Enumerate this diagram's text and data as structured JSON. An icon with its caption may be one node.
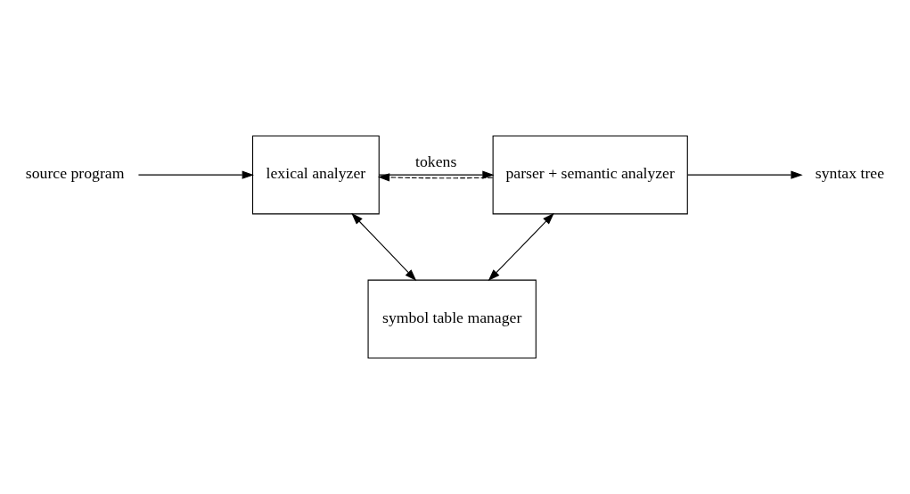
{
  "diagram": {
    "nodes": [
      {
        "text": [
          "source program"
        ]
      },
      {
        "text": [
          "lexical analyzer"
        ]
      },
      {
        "text": [
          "parser + semantic analyzer"
        ]
      },
      {
        "text": [
          "syntax tree"
        ]
      },
      {
        "text": [
          "symbol table manager"
        ]
      }
    ],
    "edges": [
      {
        "from": 0,
        "to": 1,
        "arrow": "to"
      },
      {
        "from": 1,
        "to": 2,
        "arrow": "to",
        "label": "tokens"
      },
      {
        "from": 2,
        "to": 1,
        "arrow": "to",
        "style": "dashed"
      },
      {
        "from": 2,
        "to": 3,
        "arrow": "to"
      },
      {
        "from": 1,
        "to": 4,
        "arrow": "both"
      },
      {
        "from": 2,
        "to": 4,
        "arrow": "both"
      }
    ]
  }
}
